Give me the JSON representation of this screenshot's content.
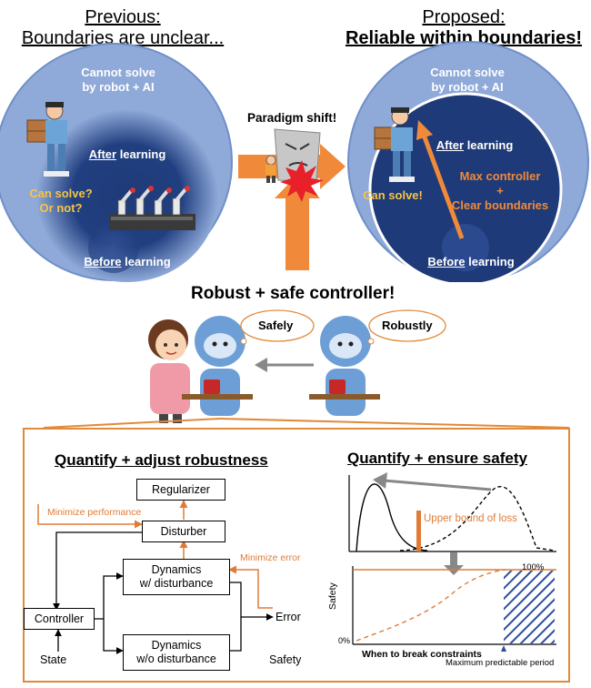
{
  "header_left": {
    "line1": "Previous:",
    "line2": "Boundaries are unclear..."
  },
  "header_right": {
    "line1": "Proposed:",
    "line2": "Reliable within boundaries!"
  },
  "left_circle": {
    "cannot_solve_1": "Cannot solve",
    "cannot_solve_2": "by robot + AI",
    "after_u": "After",
    "after_rest": " learning",
    "can_solve_1": "Can solve?",
    "can_solve_2": "Or not?",
    "before_u": "Before",
    "before_rest": " learning"
  },
  "right_circle": {
    "cannot_solve_1": "Cannot solve",
    "cannot_solve_2": "by robot + AI",
    "after_u": "After",
    "after_rest": " learning",
    "can_solve": "Can solve!",
    "max_1": "Max controller",
    "max_2": "+",
    "max_3": "Clear boundaries",
    "before_u": "Before",
    "before_rest": " learning"
  },
  "paradigm": "Paradigm shift!",
  "middle_title": "Robust + safe controller!",
  "bubbles": {
    "safely": "Safely",
    "robustly": "Robustly"
  },
  "left_panel": {
    "title": "Quantify + adjust robustness",
    "regularizer": "Regularizer",
    "disturber": "Disturber",
    "dyn_w_1": "Dynamics",
    "dyn_w_2": "w/ disturbance",
    "dyn_wo_1": "Dynamics",
    "dyn_wo_2": "w/o disturbance",
    "controller": "Controller",
    "state": "State",
    "error": "Error",
    "safety": "Safety",
    "min_perf": "Minimize performance",
    "min_err": "Minimize error"
  },
  "right_panel": {
    "title": "Quantify + ensure safety",
    "upper_bound": "Upper bound of loss",
    "y_label": "Safety",
    "pct100": "100%",
    "pct0": "0%",
    "x_label": "When to break constraints",
    "max_pred": "Maximum predictable period"
  },
  "colors": {
    "orange": "#f08a3a",
    "light_blue": "#8fa9d8",
    "dark_blue": "#1f3a78",
    "yellow": "#f6c544"
  }
}
